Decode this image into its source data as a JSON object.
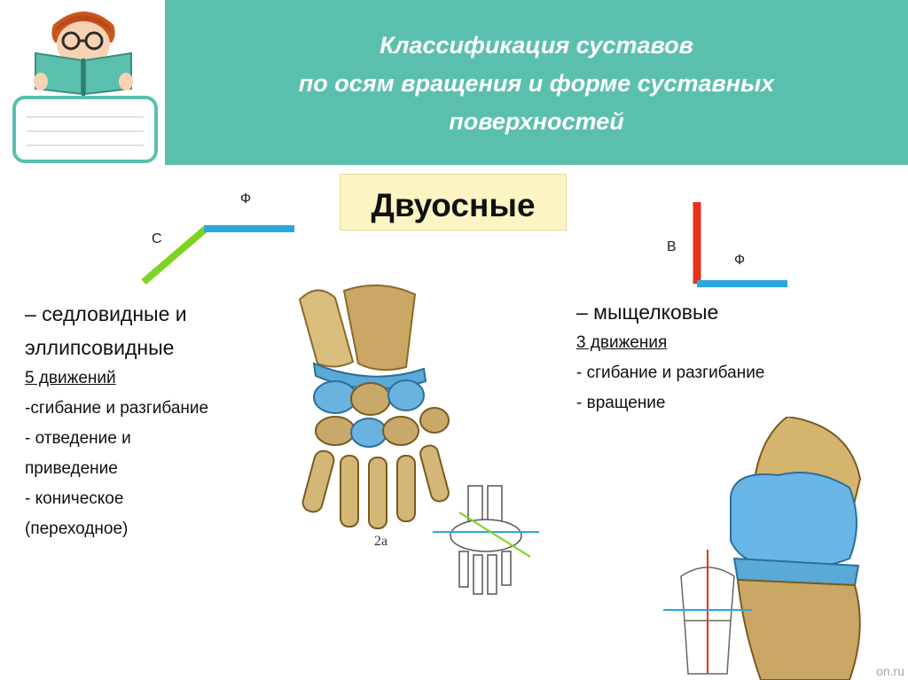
{
  "title": {
    "line1": "Классификация суставов",
    "line2": "по осям вращения и форме суставных",
    "line3": "поверхностей"
  },
  "badge": "Двуосные",
  "left_axes": {
    "label_c": "С",
    "label_f": "Ф"
  },
  "right_axes": {
    "label_v": "В",
    "label_f": "Ф"
  },
  "left_text": {
    "line1": "– седловидные и",
    "line2": "эллипсовидные",
    "count": "5 движений",
    "items": [
      "-сгибание и разгибание",
      "- отведение и",
      "приведение",
      "- коническое",
      "(переходное)"
    ]
  },
  "right_text": {
    "line1": "– мыщелковые",
    "count": "3 движения",
    "items": [
      "- сгибание и разгибание",
      "- вращение"
    ]
  },
  "wrist_caption": "2а",
  "watermark": "on.ru",
  "colors": {
    "header": "#5bbfae",
    "badge_bg": "#fdf4c3",
    "axis_c": "#7ed321",
    "axis_f": "#29a8e0",
    "axis_v": "#e8341c",
    "bone": "#c9a96a",
    "cartilage": "#5aa9d6"
  }
}
